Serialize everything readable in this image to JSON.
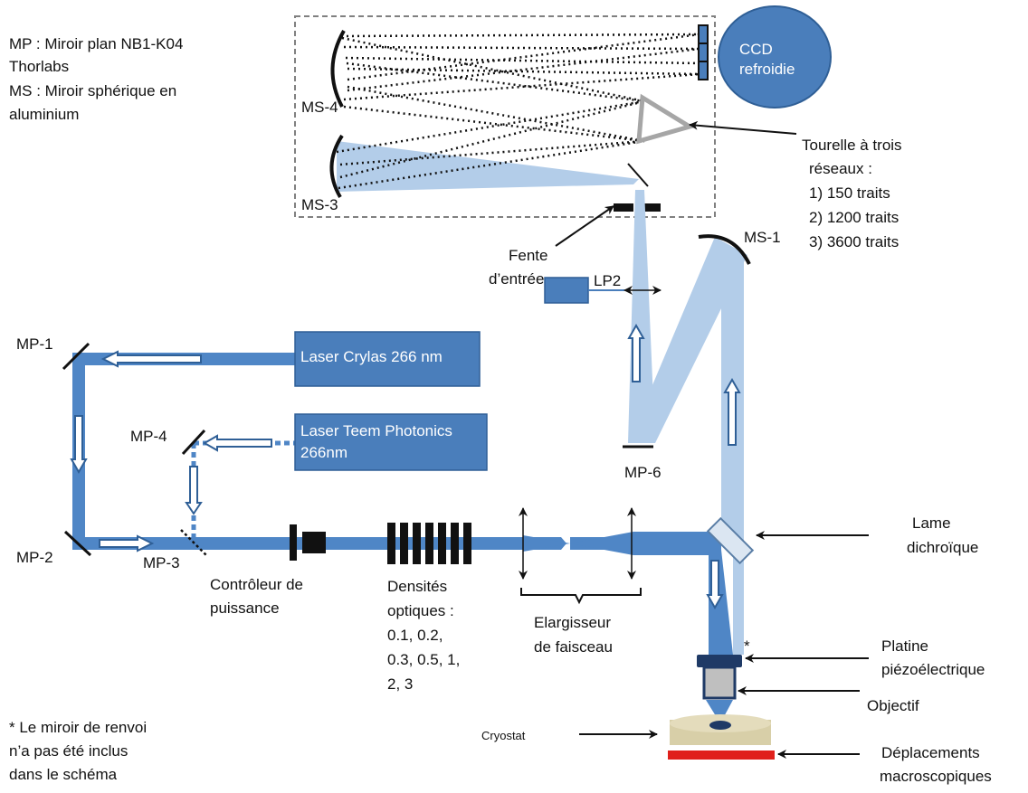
{
  "legend": {
    "line1": "MP : Miroir plan NB1-K04",
    "line2": "Thorlabs",
    "line3": "MS : Miroir sphérique en",
    "line4": "aluminium"
  },
  "ccd": {
    "line1": "CCD",
    "line2": "refroidie"
  },
  "lasers": {
    "crylas": "Laser Crylas 266 nm",
    "teem_line1": "Laser Teem Photonics",
    "teem_line2": "266nm"
  },
  "mirrors": {
    "mp1": "MP-1",
    "mp2": "MP-2",
    "mp3": "MP-3",
    "mp4": "MP-4",
    "mp6": "MP-6",
    "ms1": "MS-1",
    "ms3": "MS-3",
    "ms4": "MS-4"
  },
  "lens": {
    "lp2": "LP2"
  },
  "labels": {
    "tourelle": [
      "Tourelle à trois",
      "réseaux :",
      "1) 150 traits",
      "2) 1200 traits",
      "3) 3600 traits"
    ],
    "fente": [
      "Fente",
      "d’entrée"
    ],
    "lame": [
      "Lame",
      "dichroïque"
    ],
    "controleur": [
      "Contrôleur de",
      "puissance"
    ],
    "densites": [
      "Densités",
      "optiques :",
      "0.1, 0.2,",
      "0.3, 0.5, 1,",
      "2, 3"
    ],
    "elargisseur": [
      "Elargisseur",
      "de faisceau"
    ],
    "platine": [
      "Platine",
      "piézoélectrique"
    ],
    "objectif": "Objectif",
    "cryostat": "Cryostat",
    "deplacements": [
      "Déplacements",
      "macroscopiques"
    ],
    "note": [
      "* Le miroir de renvoi",
      "n’a pas été inclus",
      "dans le schéma"
    ],
    "asterisk": "*"
  },
  "colors": {
    "beam_uv": "#4f86c6",
    "beam_light": "#b3cde9",
    "box_fill": "#4a7ebb",
    "box_stroke": "#2f5f96",
    "grating": "#a6a6a6",
    "cryostat": "#d8cfa8",
    "stage_red": "#e0201b",
    "piezo": "#1f3a66",
    "objective": "#bfbfbf"
  }
}
